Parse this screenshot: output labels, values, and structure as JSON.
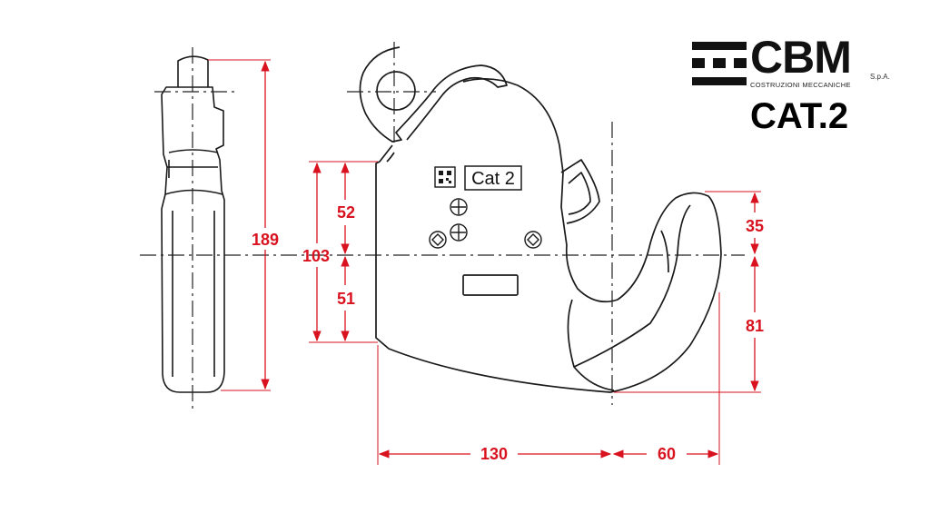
{
  "brand": {
    "name": "CBM",
    "suffix": "S.p.A.",
    "subtitle": "COSTRUZIONI MECCANICHE"
  },
  "title": "CAT.2",
  "plate_label": "Cat 2",
  "dimensions": {
    "overall_height": "189",
    "body_height": "103",
    "upper_body": "52",
    "lower_body": "51",
    "hook_upper": "35",
    "hook_lower": "81",
    "body_length": "130",
    "hook_length": "60"
  },
  "colors": {
    "dimension": "#d9121f",
    "outline": "#1a1a1a",
    "centerline": "#222222"
  },
  "icons": [
    "qr-code-icon",
    "screw-icon",
    "bolt-icon"
  ]
}
